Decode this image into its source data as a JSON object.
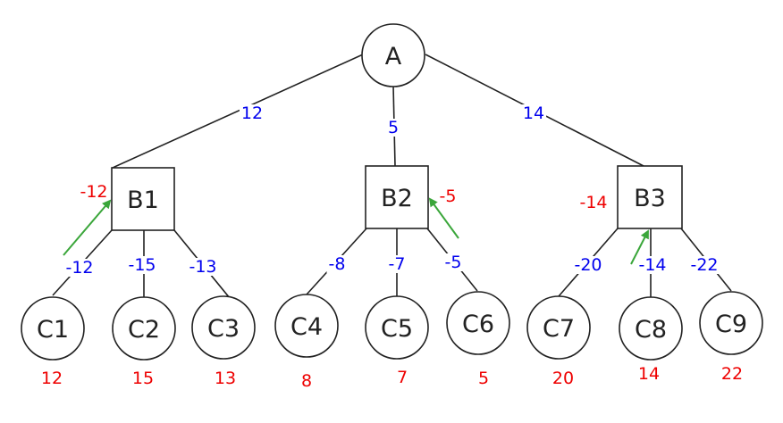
{
  "colors": {
    "edge": "#222222",
    "node_stroke": "#222222",
    "edge_label": "#0000ee",
    "value_label": "#ee0000",
    "arrow": "#3aa63a"
  },
  "nodes": {
    "A": {
      "label": "A"
    },
    "B1": {
      "label": "B1",
      "value": "-12"
    },
    "B2": {
      "label": "B2",
      "value": "-5"
    },
    "B3": {
      "label": "B3",
      "value": "-14"
    },
    "C1": {
      "label": "C1",
      "value": "12"
    },
    "C2": {
      "label": "C2",
      "value": "15"
    },
    "C3": {
      "label": "C3",
      "value": "13"
    },
    "C4": {
      "label": "C4",
      "value": "8"
    },
    "C5": {
      "label": "C5",
      "value": "7"
    },
    "C6": {
      "label": "C6",
      "value": "5"
    },
    "C7": {
      "label": "C7",
      "value": "20"
    },
    "C8": {
      "label": "C8",
      "value": "14"
    },
    "C9": {
      "label": "C9",
      "value": "22"
    }
  },
  "edges": {
    "A_B1": "12",
    "A_B2": "5",
    "A_B3": "14",
    "B1_C1": "-12",
    "B1_C2": "-15",
    "B1_C3": "-13",
    "B2_C4": "-8",
    "B2_C5": "-7",
    "B2_C6": "-5",
    "B3_C7": "-20",
    "B3_C8": "-14",
    "B3_C9": "-22"
  }
}
